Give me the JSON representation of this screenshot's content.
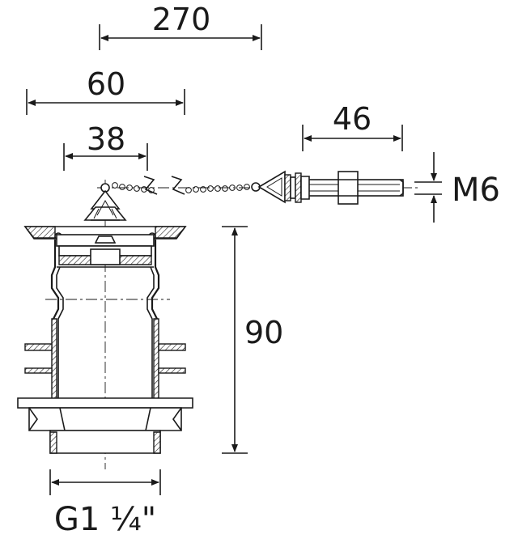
{
  "dimensions": {
    "overall_reach": "270",
    "flange_width": "60",
    "stopper_width": "38",
    "rod_length": "46",
    "rod_thread": "M6",
    "body_height": "90",
    "outlet_thread": "G1 ¼\""
  }
}
